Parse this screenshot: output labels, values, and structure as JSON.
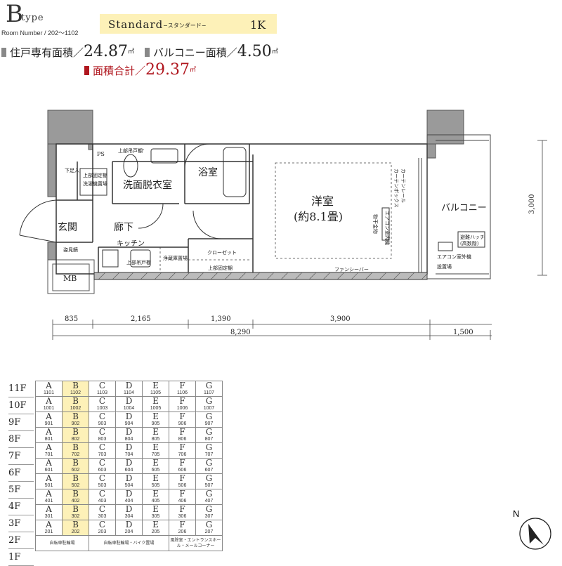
{
  "header": {
    "type_letter": "B",
    "type_word": "type",
    "room_number": "Room Number / 202～1102",
    "plan_name": "Standard",
    "plan_name_sub": "−スタンダード−",
    "plan_type": "1K"
  },
  "areas": {
    "private_label": "住戸専有面積／",
    "private_value": "24.87",
    "balcony_label": "バルコニー面積／",
    "balcony_value": "4.50",
    "total_label": "面積合計／",
    "total_value": "29.37",
    "unit": "㎡"
  },
  "colors": {
    "highlight": "#fdf1b8",
    "total_red": "#b0171f",
    "wall": "#9a9a9a"
  },
  "plan": {
    "rooms": {
      "western": "洋室",
      "western_size": "(約8.1畳)",
      "washroom": "洗面脱衣室",
      "bath": "浴室",
      "entrance": "玄関",
      "corridor": "廊下",
      "kitchen": "キッチン",
      "balcony": "バルコニー",
      "mb": "MB",
      "ps": "PS"
    },
    "notes": {
      "shoe_box": "下足入",
      "upper_shelf_1": "上部吊戸棚",
      "upper_shelf_2": "上部吊戸棚",
      "upper_fixed_shelf": "上部固定棚",
      "upper_fixed_shelf_2": "上部固定棚",
      "washer": "洗濯機置場",
      "closet": "クローゼット",
      "water_purifier": "浄蔵庫置場",
      "fan_cover": "ファンシーバー",
      "curtain": "カーテンレール",
      "curtain_box": "カーテンボックス",
      "aircon_slot": "エアコン室内機",
      "hanger": "物干金物",
      "evac_hatch": "避難ハッチ",
      "evac_hatch_sub": "(高数階)",
      "aircon_outdoor": "エアコン室外機",
      "aircon_outdoor_2": "設置場",
      "mirror": "姿見鏡"
    },
    "dimensions": {
      "d1": "835",
      "d2": "2,165",
      "d3": "1,390",
      "d4": "3,900",
      "total": "8,290",
      "balcony_depth": "1,500",
      "balcony_width": "3,000"
    }
  },
  "table": {
    "floors": [
      "11F",
      "10F",
      "9F",
      "8F",
      "7F",
      "6F",
      "5F",
      "4F",
      "3F",
      "2F",
      "1F"
    ],
    "units": [
      "A",
      "B",
      "C",
      "D",
      "E",
      "F",
      "G"
    ],
    "rows": [
      [
        "1101",
        "1102",
        "1103",
        "1104",
        "1105",
        "1106",
        "1107"
      ],
      [
        "1001",
        "1002",
        "1003",
        "1004",
        "1005",
        "1006",
        "1007"
      ],
      [
        "901",
        "902",
        "903",
        "904",
        "905",
        "906",
        "907"
      ],
      [
        "801",
        "802",
        "803",
        "804",
        "805",
        "806",
        "807"
      ],
      [
        "701",
        "702",
        "703",
        "704",
        "705",
        "706",
        "707"
      ],
      [
        "601",
        "602",
        "603",
        "604",
        "605",
        "606",
        "607"
      ],
      [
        "501",
        "502",
        "503",
        "504",
        "505",
        "506",
        "507"
      ],
      [
        "401",
        "402",
        "403",
        "404",
        "405",
        "406",
        "407"
      ],
      [
        "301",
        "302",
        "303",
        "304",
        "305",
        "306",
        "307"
      ],
      [
        "201",
        "202",
        "203",
        "204",
        "205",
        "206",
        "207"
      ]
    ],
    "highlight_unit": "B",
    "first_floor": [
      "自転車駐輪場",
      "自転車駐輪場・バイク置場",
      "風除室・エントランスホール・メールコーナー"
    ]
  },
  "compass": {
    "label": "N"
  }
}
